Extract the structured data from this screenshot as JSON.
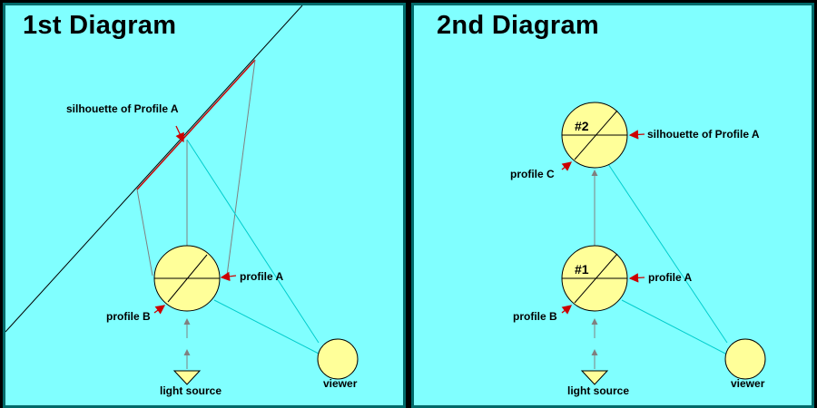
{
  "diagram1": {
    "title": "1st Diagram",
    "labels": {
      "silhouette": "silhouette of Profile A",
      "profile_a": "profile A",
      "profile_b": "profile B",
      "light_source": "light source",
      "viewer": "viewer"
    }
  },
  "diagram2": {
    "title": "2nd Diagram",
    "labels": {
      "disk_2": "#2",
      "disk_1": "#1",
      "silhouette": "silhouette of Profile A",
      "profile_c": "profile C",
      "profile_a": "profile A",
      "profile_b": "profile B",
      "light_source": "light source",
      "viewer": "viewer"
    }
  },
  "colors": {
    "background": "#80ffff",
    "frame": "#006a6a",
    "disk_fill": "#ffff99",
    "arrow_red": "#cc0000",
    "ray_cyan": "#00cccc",
    "gray_line": "#808080"
  }
}
